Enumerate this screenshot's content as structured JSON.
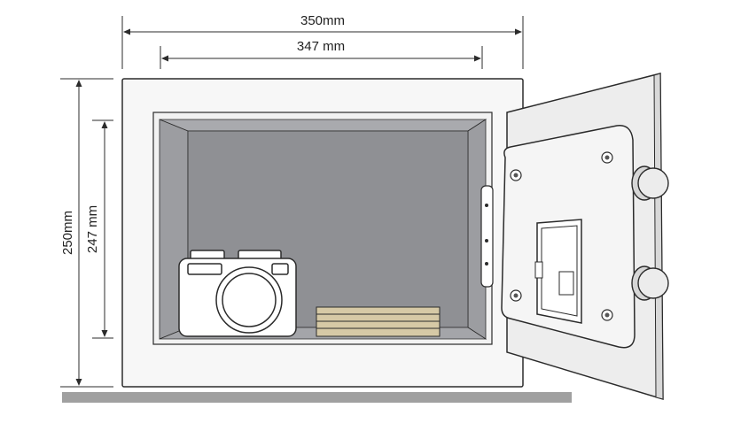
{
  "dimensions": {
    "outer_width": "350mm",
    "inner_width": "347 mm",
    "outer_height": "250mm",
    "inner_height": "247 mm"
  },
  "colors": {
    "line": "#2b2b2b",
    "body_fill": "#f7f7f7",
    "cavity_fill": "#8f9094",
    "cavity_light": "#a8a9ad",
    "floor": "#a0a0a0",
    "door_fill": "#ededed",
    "door_panel": "#f5f5f5",
    "cash": "#d6c9a6"
  },
  "icons": [
    "camera-icon",
    "cash-stack-icon",
    "keypad-icon",
    "handle-knob-icon",
    "hinge-icon"
  ]
}
